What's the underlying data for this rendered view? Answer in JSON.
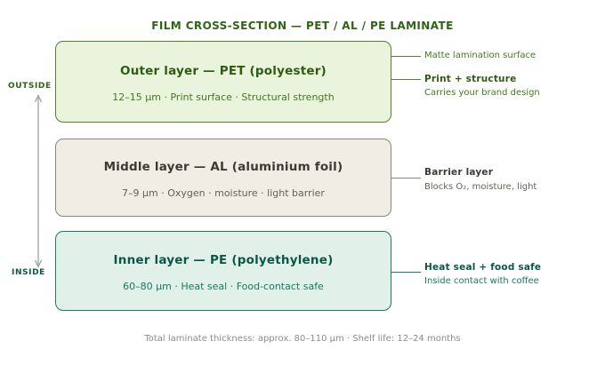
{
  "title": "FILM CROSS-SECTION — PET / AL / PE LAMINATE",
  "orientation": {
    "outside": "OUTSIDE",
    "inside": "INSIDE"
  },
  "layers": [
    {
      "id": "pet",
      "title": "Outer layer — PET (polyester)",
      "meta": "12–15 μm  ·  Print surface  ·  Structural strength",
      "fill": "#eaf3dc",
      "border": "#55802e",
      "title_color": "#2d5c10",
      "meta_color": "#3f7c1c"
    },
    {
      "id": "al",
      "title": "Middle layer — AL (aluminium foil)",
      "meta": "7–9 μm  ·  Oxygen · moisture · light barrier",
      "fill": "#f0ede4",
      "border": "#8b8778",
      "title_color": "#3b3b34",
      "meta_color": "#62625a"
    },
    {
      "id": "pe",
      "title": "Inner layer — PE (polyethylene)",
      "meta": "60–80 μm  ·  Heat seal  ·  Food-contact safe",
      "fill": "#e1f1ea",
      "border": "#1e7a63",
      "title_color": "#0b5746",
      "meta_color": "#137a5e"
    }
  ],
  "annotations": [
    {
      "label": "Matte lamination surface",
      "label_color": "#3f7c1c",
      "line_color": "#55802e"
    },
    {
      "label": "Print + structure",
      "sub": "Carries your brand design",
      "label_color": "#2d5c10",
      "sub_color": "#3f7c1c",
      "line_color": "#55802e"
    },
    {
      "label": "Barrier layer",
      "sub": "Blocks O₂, moisture, light",
      "label_color": "#3b3b34",
      "sub_color": "#62625a",
      "line_color": "#8b8778"
    },
    {
      "label": "Heat seal + food safe",
      "sub": "Inside contact with coffee",
      "label_color": "#0b5746",
      "sub_color": "#137a5e",
      "line_color": "#1e7a63"
    }
  ],
  "footer": "Total laminate thickness: approx. 80–110 μm  ·  Shelf life: 12–24 months",
  "colors": {
    "title_green": "#2d6512",
    "outside_label": "#2d6512",
    "inside_label": "#0b5746",
    "arrow_gray": "#999999",
    "footer_gray": "#8c8c8c",
    "background": "#ffffff"
  }
}
